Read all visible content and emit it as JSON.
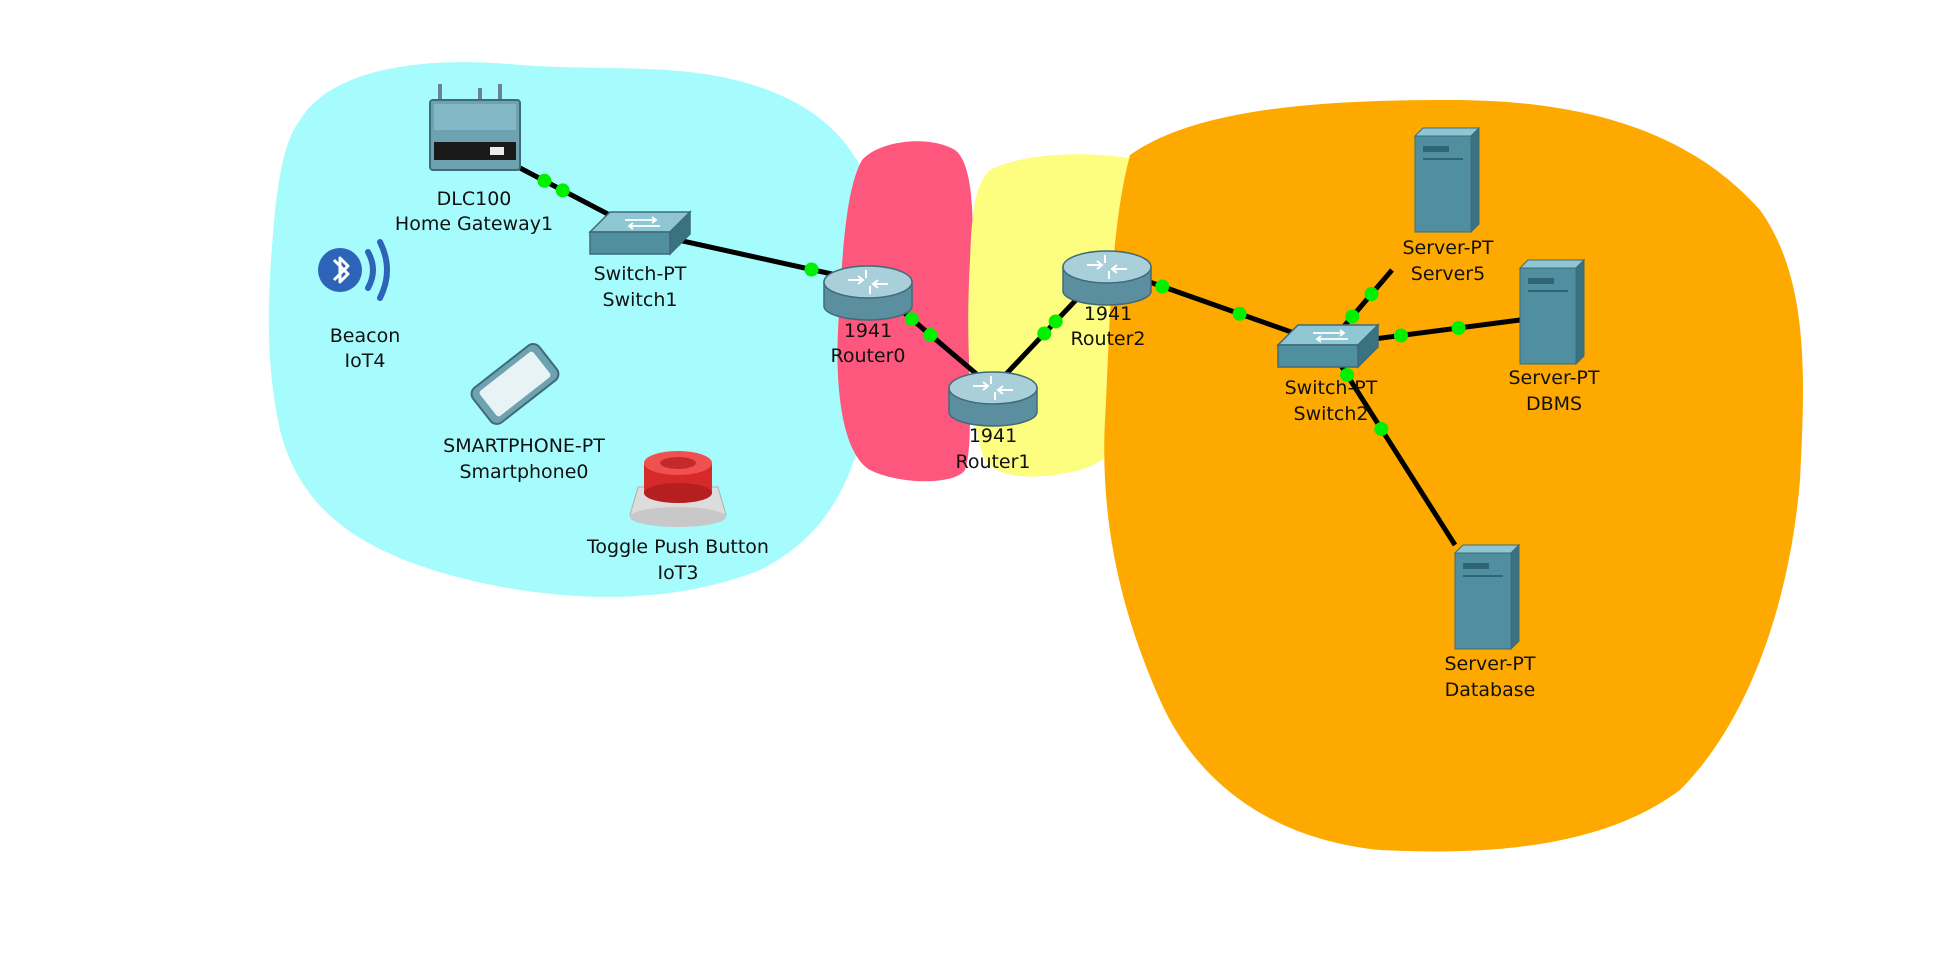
{
  "colors": {
    "iot_zone": "#a6fcfd",
    "router0_zone": "#fd577d",
    "router_zone": "#fdfd7f",
    "server_zone": "#fda900",
    "link": "#000000",
    "port_led": "#00f000"
  },
  "devices": [
    {
      "id": "home-gateway",
      "icon": "home-gateway-icon",
      "model": "DLC100",
      "name": "Home Gateway1"
    },
    {
      "id": "beacon",
      "icon": "bluetooth-beacon-icon",
      "model": "Beacon",
      "name": "IoT4"
    },
    {
      "id": "switch1",
      "icon": "switch-icon",
      "model": "Switch-PT",
      "name": "Switch1"
    },
    {
      "id": "smartphone",
      "icon": "smartphone-icon",
      "model": "SMARTPHONE-PT",
      "name": "Smartphone0"
    },
    {
      "id": "push-button",
      "icon": "push-button-icon",
      "model": "Toggle Push Button",
      "name": "IoT3"
    },
    {
      "id": "router0",
      "icon": "router-icon",
      "model": "1941",
      "name": "Router0"
    },
    {
      "id": "router1",
      "icon": "router-icon",
      "model": "1941",
      "name": "Router1"
    },
    {
      "id": "router2",
      "icon": "router-icon",
      "model": "1941",
      "name": "Router2"
    },
    {
      "id": "switch2",
      "icon": "switch-icon",
      "model": "Switch-PT",
      "name": "Switch2"
    },
    {
      "id": "server5",
      "icon": "server-icon",
      "model": "Server-PT",
      "name": "Server5"
    },
    {
      "id": "dbms",
      "icon": "server-icon",
      "model": "Server-PT",
      "name": "DBMS"
    },
    {
      "id": "database",
      "icon": "server-icon",
      "model": "Server-PT",
      "name": "Database"
    }
  ],
  "links": [
    [
      "home-gateway",
      "switch1"
    ],
    [
      "switch1",
      "router0"
    ],
    [
      "router0",
      "router1"
    ],
    [
      "router1",
      "router2"
    ],
    [
      "router2",
      "switch2"
    ],
    [
      "switch2",
      "server5"
    ],
    [
      "switch2",
      "dbms"
    ],
    [
      "switch2",
      "database"
    ]
  ]
}
